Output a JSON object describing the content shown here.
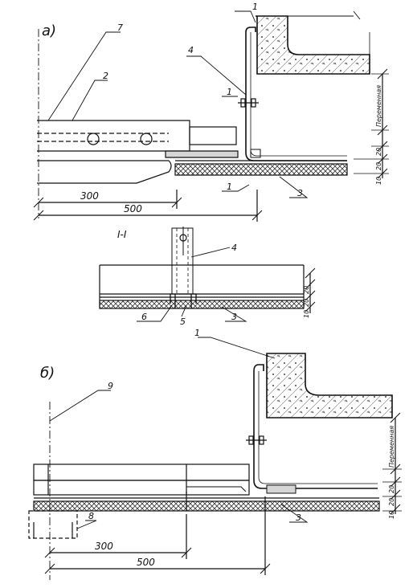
{
  "section_a": {
    "label": "а)",
    "callouts": [
      "1",
      "7",
      "2",
      "4",
      "1",
      "1",
      "3"
    ],
    "dims": {
      "d300": "300",
      "d500": "500",
      "vertical": [
        "10",
        "20",
        "20",
        "Переменная"
      ]
    }
  },
  "section_11": {
    "label": "I-I",
    "callouts": [
      "4",
      "6",
      "5",
      "3"
    ],
    "vertical": [
      "10",
      "20",
      "20"
    ]
  },
  "section_b": {
    "label": "б)",
    "callouts": [
      "1",
      "9",
      "8",
      "3"
    ],
    "dims": {
      "d300": "300",
      "d500": "500",
      "vertical": [
        "10",
        "20",
        "20",
        "Переменная"
      ]
    }
  },
  "colors": {
    "ink": "#111111",
    "hatch": "#333333",
    "paper": "#ffffff"
  }
}
